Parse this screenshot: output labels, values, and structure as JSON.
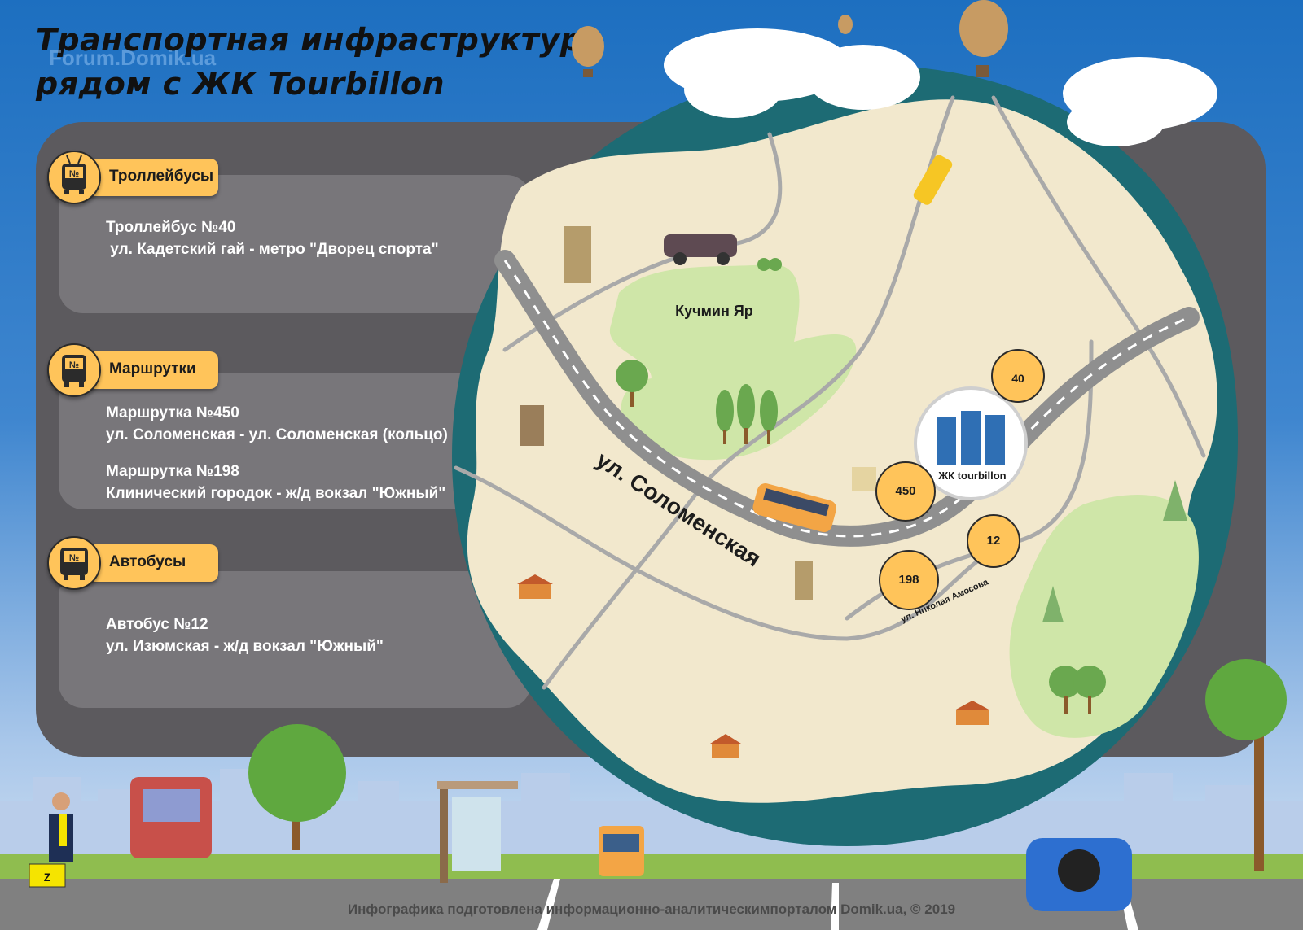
{
  "title": {
    "line1": "Транспортная инфраструктура",
    "line2": "рядом с ЖК Tourbillon"
  },
  "watermark": "Forum.Domik.ua",
  "sections": {
    "trolleybus": {
      "label": "Троллейбусы",
      "icon_text": "№",
      "route_name": "Троллейбус №40",
      "route_desc": " ул. Кадетский гай - метро \"Дворец спорта\""
    },
    "minibus": {
      "label": "Маршрутки",
      "icon_text": "№",
      "routes": [
        {
          "name": "Маршрутка №450",
          "desc": "ул. Соломенская - ул. Соломенская (кольцо)"
        },
        {
          "name": "Маршрутка №198",
          "desc": "Клинический городок - ж/д вокзал \"Южный\""
        }
      ]
    },
    "bus": {
      "label": "Автобусы",
      "icon_text": "№",
      "route_name": "Автобус №12",
      "route_desc": "ул. Изюмская - ж/д вокзал \"Южный\""
    }
  },
  "map": {
    "park_label": "Кучмин Яр",
    "street_main": "ул. Соломенская",
    "street_small": "ул. Николая Амосова",
    "complex_label": "ЖК tourbillon",
    "stops": {
      "trolley_40": "40",
      "minibus_450": "450",
      "bus_12": "12",
      "minibus_198": "198"
    }
  },
  "scene": {
    "bag_letter": "Z"
  },
  "footer": "Инфографика подготовлена информационно-аналитическимпорталом Domik.ua, © 2019",
  "colors": {
    "sky_top": "#1d6fc0",
    "panel": "#5c5a5e",
    "card": "#78767a",
    "accent_yellow": "#ffc45a",
    "map_land": "#f2e8cd",
    "park_green": "#cfe6a8",
    "globe_teal": "#1d6b74",
    "road_gray": "#a9a9a9"
  }
}
